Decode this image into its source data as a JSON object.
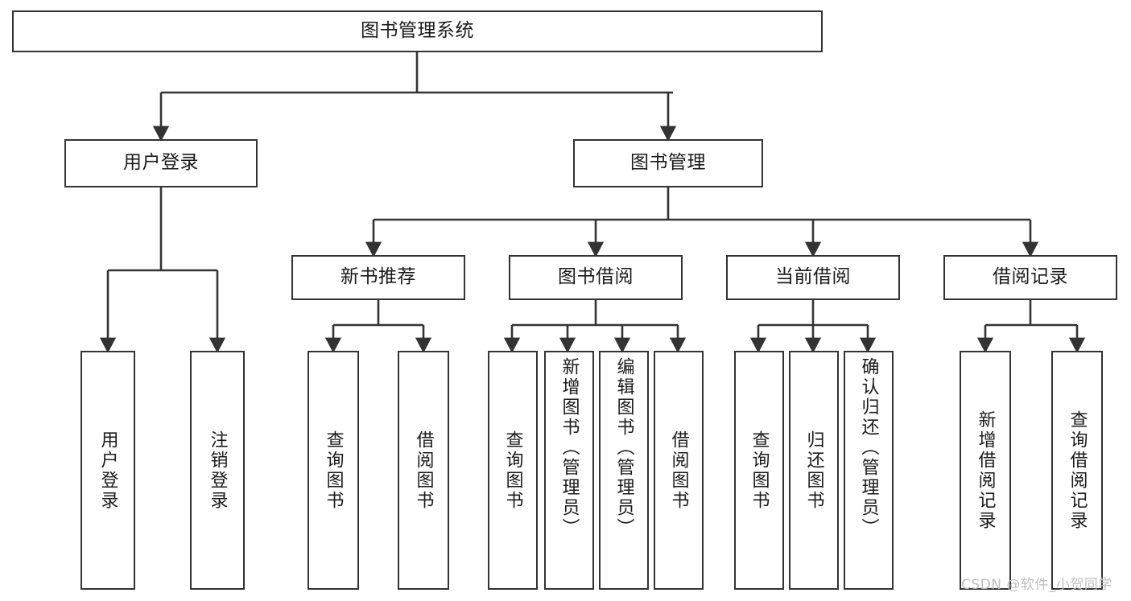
{
  "diagram": {
    "type": "tree",
    "title": "图书管理系统",
    "orientation": "top-down",
    "colors": {
      "box_border": "#333333",
      "box_fill": "#ffffff",
      "edge": "#333333",
      "text": "#1a1a1a",
      "watermark": "#bfbfbf",
      "background": "#ffffff"
    },
    "watermark": "CSDN @软件_小贺同学",
    "nodes": {
      "root": {
        "label": "图书管理系统"
      },
      "level1": [
        {
          "label": "用户登录"
        },
        {
          "label": "图书管理"
        }
      ],
      "level2": [
        {
          "label": "新书推荐"
        },
        {
          "label": "图书借阅"
        },
        {
          "label": "当前借阅"
        },
        {
          "label": "借阅记录"
        }
      ],
      "leaves_user_login": [
        {
          "label": "用户登录"
        },
        {
          "label": "注销登录"
        }
      ],
      "leaves_new_book": [
        {
          "label": "查询图书"
        },
        {
          "label": "借阅图书"
        }
      ],
      "leaves_borrow": [
        {
          "label": "查询图书"
        },
        {
          "label": "新增图书（管理员）"
        },
        {
          "label": "编辑图书（管理员）"
        },
        {
          "label": "借阅图书"
        }
      ],
      "leaves_current": [
        {
          "label": "查询图书"
        },
        {
          "label": "归还图书"
        },
        {
          "label": "确认归还（管理员）"
        }
      ],
      "leaves_records": [
        {
          "label": "新增借阅记录"
        },
        {
          "label": "查询借阅记录"
        }
      ]
    }
  }
}
